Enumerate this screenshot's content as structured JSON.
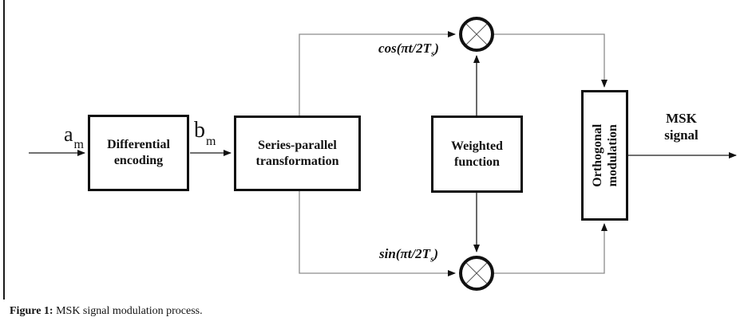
{
  "diagram": {
    "blocks": {
      "differential": "Differential encoding",
      "series_parallel": "Series-parallel transformation",
      "weighted": "Weighted function",
      "orthogonal": "Orthogonal modulation"
    },
    "signals": {
      "input": {
        "base": "a",
        "sub": "m"
      },
      "encoded": {
        "base": "b",
        "sub": "m"
      },
      "cos_carrier": {
        "prefix": "cos(πt/2T",
        "sub": "s",
        "suffix": ")"
      },
      "sin_carrier": {
        "prefix": "sin(πt/2T",
        "sub": "s",
        "suffix": ")"
      },
      "output": {
        "line1": "MSK",
        "line2": "signal"
      }
    },
    "caption": {
      "label": "Figure 1:",
      "text": " MSK signal modulation process."
    },
    "colors": {
      "ink": "#1a1a1a",
      "connector_gray": "#8c8c8c",
      "background": "#ffffff"
    }
  }
}
